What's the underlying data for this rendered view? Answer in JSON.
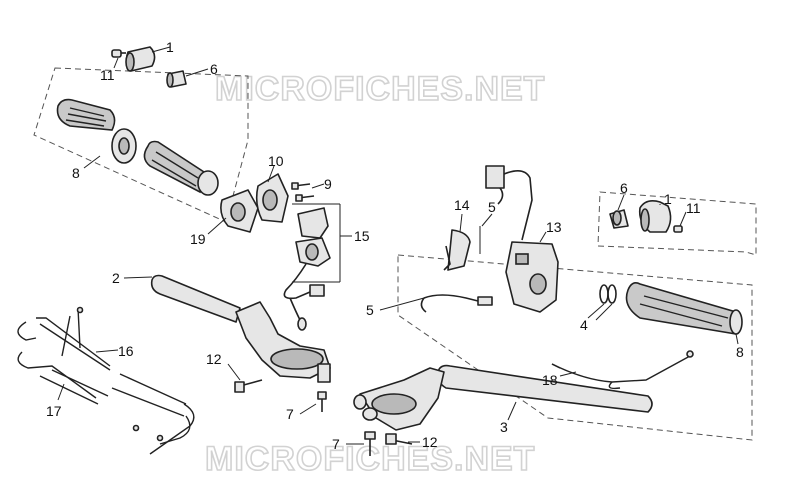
{
  "watermark": {
    "text_top": "MICROFICHES.NET",
    "text_bottom": "MICROFICHES.NET"
  },
  "callouts": {
    "c1a": "1",
    "c11a": "11",
    "c6a": "6",
    "c8a": "8",
    "c10": "10",
    "c9": "9",
    "c19": "19",
    "c15": "15",
    "c2": "2",
    "c14": "14",
    "c5a": "5",
    "c13": "13",
    "c6b": "6",
    "c1b": "1",
    "c11b": "11",
    "c5b": "5",
    "c4": "4",
    "c8b": "8",
    "c16": "16",
    "c17": "17",
    "c12a": "12",
    "c7a": "7",
    "c18": "18",
    "c3": "3",
    "c7b": "7",
    "c12b": "12"
  },
  "colors": {
    "line": "#222222",
    "fill": "#e6e6e6",
    "watermark_outline": "#d2d2d2"
  }
}
